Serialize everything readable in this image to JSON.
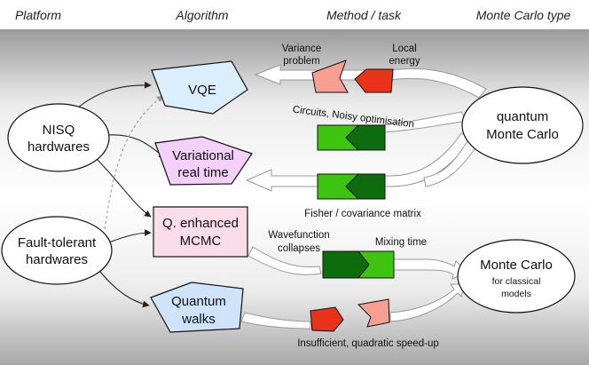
{
  "headers": {
    "platform": "Platform",
    "algorithm": "Algorithm",
    "method": "Method / task",
    "mc_type": "Monte Carlo type"
  },
  "platforms": {
    "nisq": [
      "NISQ",
      "hardwares"
    ],
    "fault_tolerant": [
      "Fault-tolerant",
      "hardwares"
    ]
  },
  "algorithms": {
    "vqe": "VQE",
    "variational_real_time": [
      "Variational",
      "real time"
    ],
    "q_enhanced_mcmc": [
      "Q. enhanced",
      "MCMC"
    ],
    "quantum_walks": [
      "Quantum",
      "walks"
    ]
  },
  "monte_carlo": {
    "quantum": [
      "quantum",
      "Monte Carlo"
    ],
    "classical": [
      "Monte Carlo",
      "for classical",
      "models"
    ]
  },
  "methods": {
    "variance_problem": [
      "Variance",
      "problem"
    ],
    "local_energy": [
      "Local",
      "energy"
    ],
    "circuits_noisy": "Circuits, Noisy optimisation",
    "fisher": "Fisher / covariance matrix",
    "wavefunction_collapses": [
      "Wavefunction",
      "collapses"
    ],
    "mixing_time": "Mixing time",
    "insufficient_speedup": "Insufficient, quadratic speed-up"
  },
  "colors": {
    "vqe_fill": "#dbeefd",
    "variational_fill": "#f3d1fa",
    "mcmc_fill": "#fbdde9",
    "walks_fill": "#cfe4fa",
    "salmon": "#f79f92",
    "red": "#e8321a",
    "green_light": "#3cc40f",
    "green_dark": "#0d6c0d"
  }
}
